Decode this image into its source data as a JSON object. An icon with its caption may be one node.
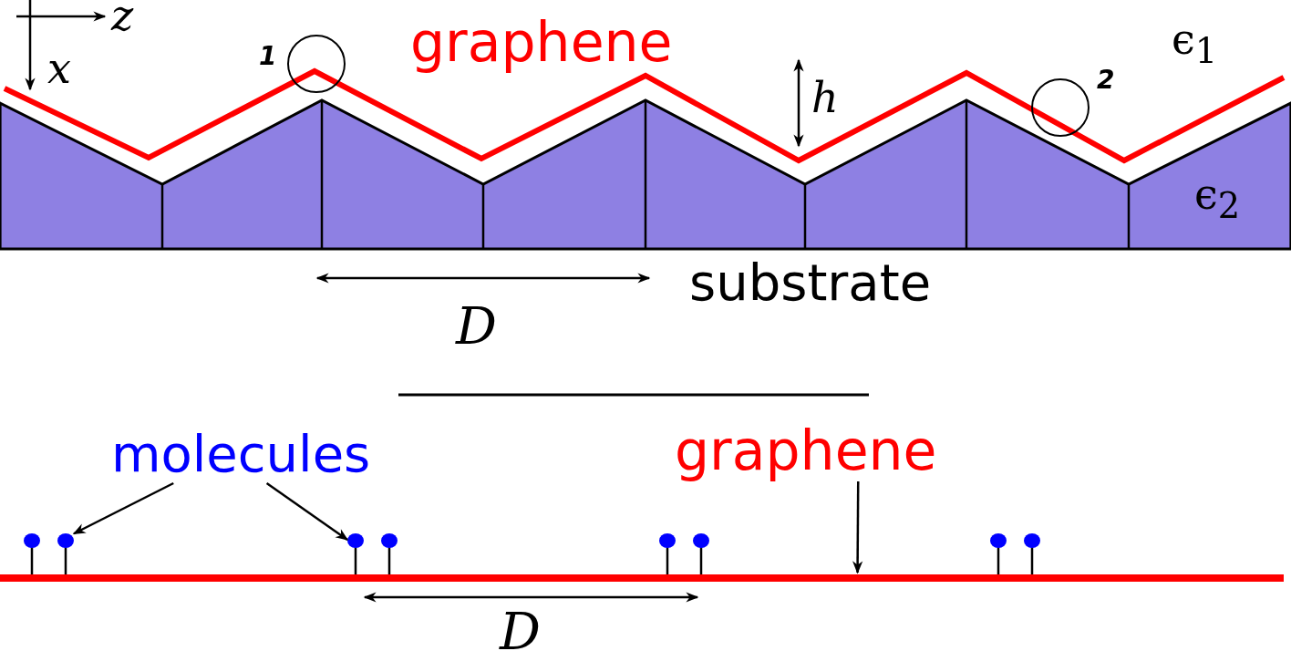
{
  "diagram": {
    "nodes": [
      {
        "text": [
          "molecules"
        ]
      },
      {
        "text": [],
        "shape": "circle"
      },
      {
        "text": [],
        "shape": "circle"
      },
      {
        "text": [
          "graphene"
        ]
      },
      {
        "text": [],
        "shape": "bar"
      },
      {
        "text": [
          "1"
        ]
      },
      {
        "text": [
          "2"
        ]
      }
    ],
    "edges": [
      {
        "from": 0,
        "to": 1,
        "arrow": "to"
      },
      {
        "from": 0,
        "to": 2,
        "arrow": "to"
      },
      {
        "from": 3,
        "to": 4,
        "arrow": "to"
      }
    ],
    "labels": [
      "z",
      "x",
      "graphene",
      "ϵ$_{1}$",
      "h",
      "ϵ$_{2}$",
      "substrate",
      "D",
      "D"
    ]
  }
}
